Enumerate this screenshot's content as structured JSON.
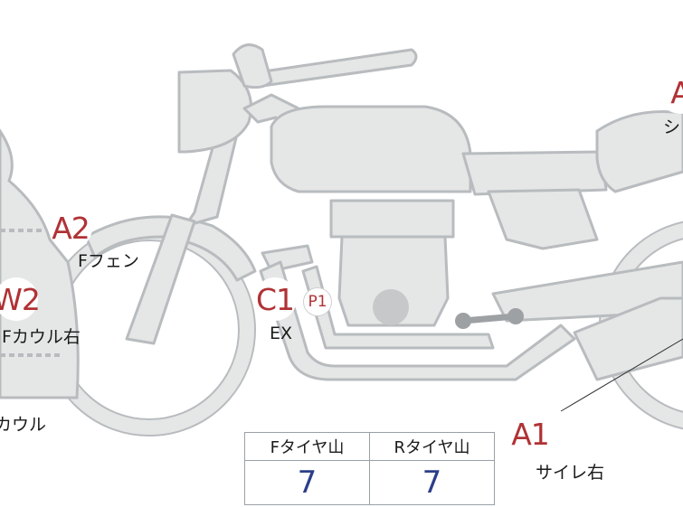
{
  "markers": {
    "a2": "A2",
    "w2": "W2",
    "c1": "C1",
    "p1": "P1",
    "a1": "A1",
    "a_partial": "A"
  },
  "labels": {
    "f_fender": "Fフェン",
    "f_cowl_right": "Fカウル右",
    "cowl": "カウル",
    "ex": "EX",
    "side_right": "サイレ右",
    "partial_right": "シ"
  },
  "tire_table": {
    "headers": [
      "Fタイヤ山",
      "Rタイヤ山"
    ],
    "values": [
      "7",
      "7"
    ]
  },
  "colors": {
    "bike_fill": "#e5e6e6",
    "bike_stroke": "#b8bcbf",
    "marker_text": "#b03235",
    "value_text": "#2c3e8a"
  }
}
